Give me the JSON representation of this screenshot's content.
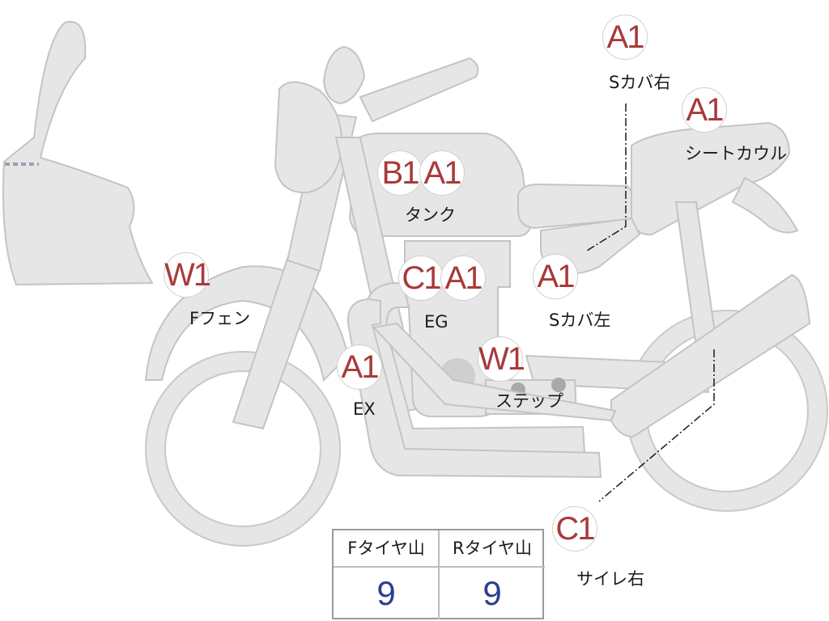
{
  "parts": [
    {
      "id": "s-cover-right",
      "grade": "A1",
      "label": "Sカバ右"
    },
    {
      "id": "seat-cowl",
      "grade": "A1",
      "label": "シートカウル"
    },
    {
      "id": "tank",
      "grades": [
        "B1",
        "A1"
      ],
      "label": "タンク"
    },
    {
      "id": "front-fender",
      "grade": "W1",
      "label": "Fフェン"
    },
    {
      "id": "engine",
      "grades": [
        "C1",
        "A1"
      ],
      "label": "EG"
    },
    {
      "id": "s-cover-left",
      "grade": "A1",
      "label": "Sカバ左"
    },
    {
      "id": "exhaust",
      "grade": "A1",
      "label": "EX"
    },
    {
      "id": "step",
      "grade": "W1",
      "label": "ステップ"
    },
    {
      "id": "silencer-right",
      "grade": "C1",
      "label": "サイレ右"
    }
  ],
  "tire_table": {
    "headers": [
      "Fタイヤ山",
      "Rタイヤ山"
    ],
    "values": [
      "9",
      "9"
    ]
  },
  "colors": {
    "grade_text": "#a83a3a",
    "tire_value": "#2c3e8f",
    "part_fill": "#e6e6e6"
  }
}
